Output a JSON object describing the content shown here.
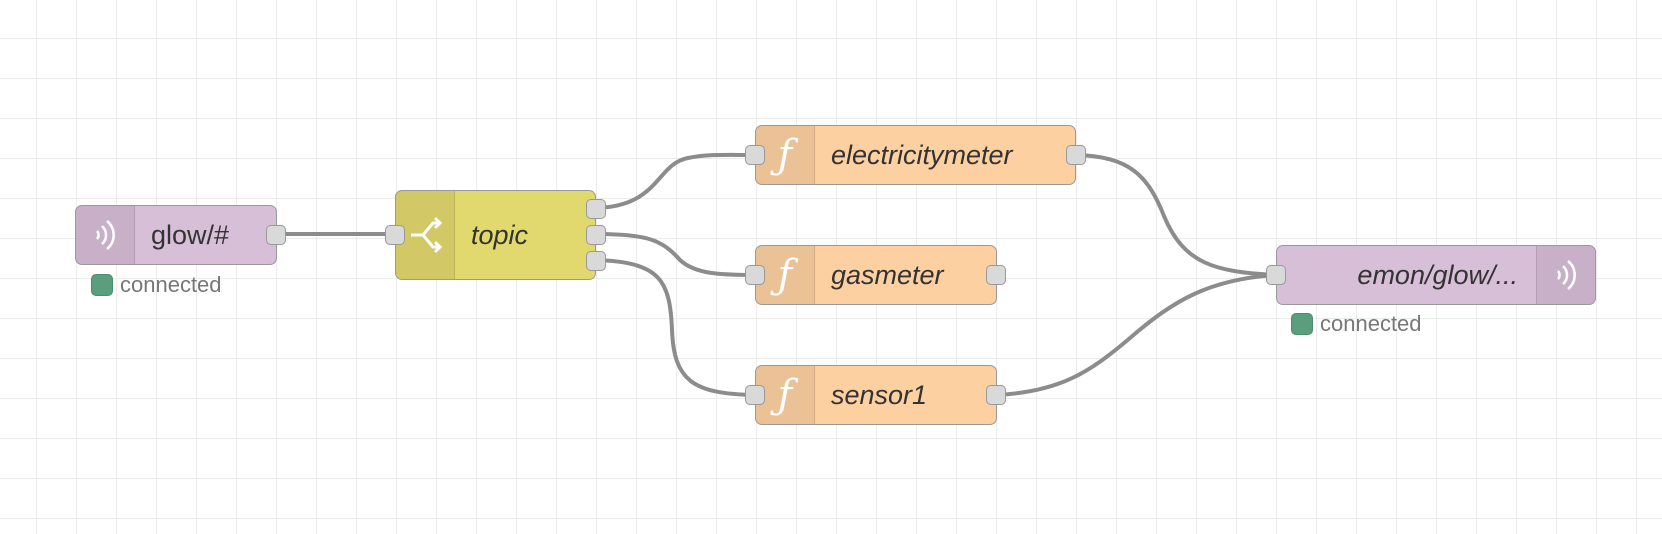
{
  "nodes": {
    "mqtt_in": {
      "label": "glow/#",
      "status": "connected",
      "icon": "radio-waves-icon",
      "color": "#d8bfd8"
    },
    "switch": {
      "label": "topic",
      "icon": "switch-fork-icon",
      "color": "#e2d96e"
    },
    "electricity": {
      "label": "electricitymeter",
      "icon": "function-icon",
      "color": "#fdd0a2"
    },
    "gas": {
      "label": "gasmeter",
      "icon": "function-icon",
      "color": "#fdd0a2"
    },
    "sensor": {
      "label": "sensor1",
      "icon": "function-icon",
      "color": "#fdd0a2"
    },
    "mqtt_out": {
      "label": "emon/glow/...",
      "status": "connected",
      "icon": "radio-waves-icon",
      "color": "#d8bfd8"
    }
  },
  "wires": [
    {
      "from": "glow/#",
      "to": "topic"
    },
    {
      "from": "topic",
      "output": 1,
      "to": "electricitymeter"
    },
    {
      "from": "topic",
      "output": 2,
      "to": "gasmeter"
    },
    {
      "from": "topic",
      "output": 3,
      "to": "sensor1"
    },
    {
      "from": "electricitymeter",
      "to": "emon/glow/..."
    },
    {
      "from": "sensor1",
      "to": "emon/glow/..."
    }
  ],
  "colors": {
    "wire": "#8c8c8c",
    "status_connected": "#5a9e7e",
    "grid": "#ececec"
  }
}
